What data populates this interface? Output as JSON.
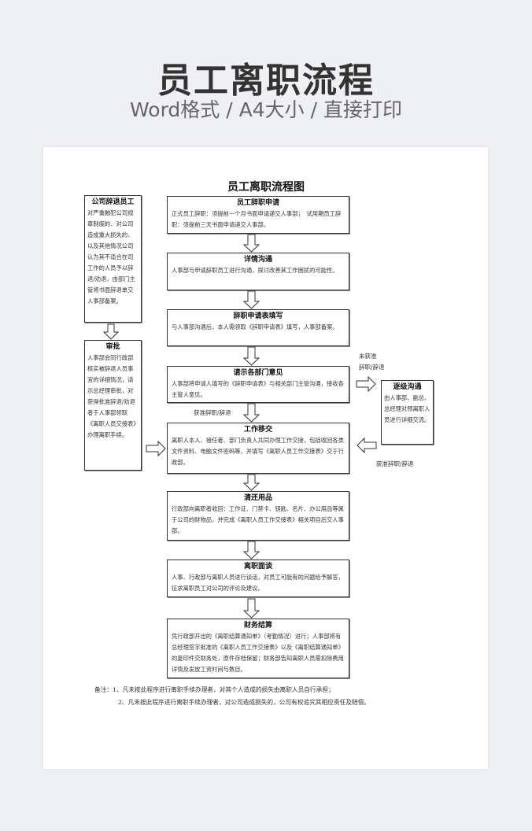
{
  "header": {
    "title": "员工离职流程",
    "subtitle": "Word格式 / A4大小 / 直接打印"
  },
  "doc": {
    "title": "员工离职流程图",
    "steps": [
      {
        "title": "员工辞职申请",
        "desc": "正式员工辞职：须提前一个月书面申请递交人事部；　试用期员工辞职：须提前三天书面申请递交人事部。"
      },
      {
        "title": "详情沟通",
        "desc": "人事部与申请辞职员工进行沟通，探讨改善其工作困扰的可能性。"
      },
      {
        "title": "辞职申请表填写",
        "desc": "与人事部沟通后，本人需领取《辞职申请表》填写，人事部备案。"
      },
      {
        "title": "请示各部门意见",
        "desc": "人事部将申请人填写的《辞职申请表》与相关部门主管沟通，接收各主管人意见。"
      },
      {
        "title": "工作移交",
        "desc": "离职人本人、接任者、部门负责人共同办理工作交接，包括收回各类文件资料、电脑文件密码等，并填写《离职人员工作交接表》交于行政部。"
      },
      {
        "title": "清还用品",
        "desc": "行政部向离职者收回：工作证、门禁卡、钥匙、名片、办公用品等属于公司的财物品，并完成《离职人员工作交接表》相关项目后交人事部。"
      },
      {
        "title": "离职面谈",
        "desc": "人事、行政部与离职人员进行谈话，对员工可能有的问题给予解答，征求离职员工对公司的评论及建议。"
      },
      {
        "title": "财务结算",
        "desc": "凭行政部开出的《离职结算通知单》（考勤情况）进行；人事部将有总经理签字批准的《离职人员工作交接表》以及《离职结算通知单》的复印件交财务处，原件存档保留；财务部告知离职人员需扣除费用详情及发放工资时间与数目。"
      }
    ],
    "dismiss": {
      "title": "公司辞退员工",
      "desc": "对严重触犯公司规章制度的、对公司造成重大损失的、以及其他情况公司认为其不适合在司工作的人员予以辞退/劝退，由部门主管将书面辞退单交人事部备案。"
    },
    "approve": {
      "title": "审批",
      "desc": "人事部会同行政部核实被辞退人员事宜的详细情况，请示总经理审批，对获得批准辞退/劝退者于人事部领取《离职人员交接表》办理离职手续。"
    },
    "escalate": {
      "title": "逐级沟通",
      "desc": "由人事部、副总、总经理对预离职人员进行详细交流。"
    },
    "labels": {
      "not_approved_1": "未获准",
      "not_approved_2": "辞职/辞退",
      "approved_mid": "获准辞职/辞退",
      "approved_right": "获准辞职/辞退"
    },
    "notes": {
      "prefix": "备注：",
      "n1": "1、凡未按此程序进行离职手续办理者，对其个人造成的损失由离职人员自行承担；",
      "n2": "2、凡未按此程序进行离职手续办理者，对公司造成损失的，公司有权追究其相应责任及赔偿。"
    }
  }
}
